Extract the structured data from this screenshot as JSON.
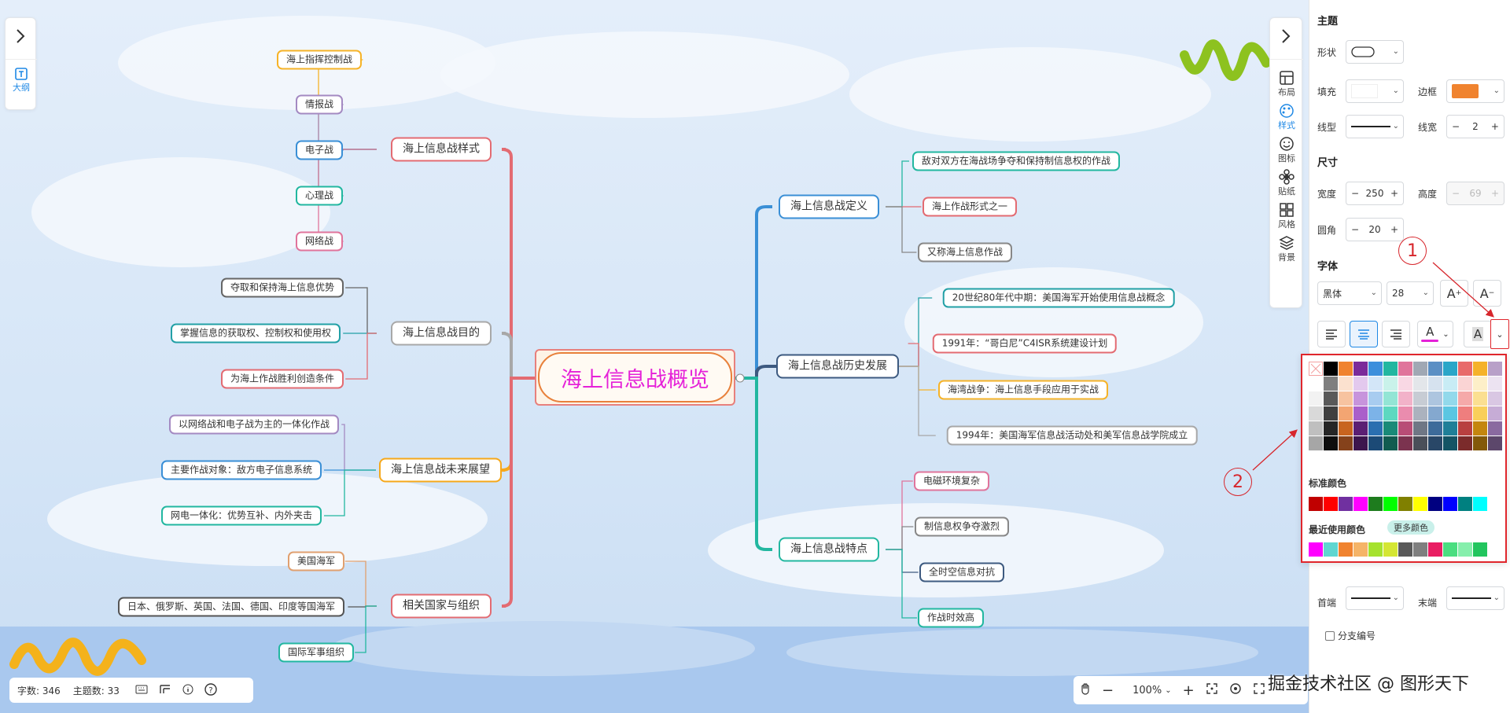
{
  "root": {
    "label": "海上信息战概览"
  },
  "left_branches": [
    {
      "label": "海上信息战样式",
      "children": [
        "海上指挥控制战",
        "情报战",
        "电子战",
        "心理战",
        "网络战"
      ]
    },
    {
      "label": "海上信息战目的",
      "children": [
        "夺取和保持海上信息优势",
        "掌握信息的获取权、控制权和使用权",
        "为海上作战胜利创造条件"
      ]
    },
    {
      "label": "海上信息战未来展望",
      "children": [
        "以网络战和电子战为主的一体化作战",
        "主要作战对象：敌方电子信息系统",
        "网电一体化：优势互补、内外夹击"
      ]
    },
    {
      "label": "相关国家与组织",
      "children": [
        "美国海军",
        "日本、俄罗斯、英国、法国、德国、印度等国海军",
        "国际军事组织"
      ]
    }
  ],
  "right_branches": [
    {
      "label": "海上信息战定义",
      "children": [
        "敌对双方在海战场争夺和保持制信息权的作战",
        "海上作战形式之一",
        "又称海上信息作战"
      ]
    },
    {
      "label": "海上信息战历史发展",
      "children": [
        "20世纪80年代中期：美国海军开始使用信息战概念",
        "1991年：“哥白尼”C4ISR系统建设计划",
        "海湾战争：海上信息手段应用于实战",
        "1994年：美国海军信息战活动处和美军信息战学院成立"
      ]
    },
    {
      "label": "海上信息战特点",
      "children": [
        "电磁环境复杂",
        "制信息权争夺激烈",
        "全时空信息对抗",
        "作战时效高"
      ]
    }
  ],
  "left_tool": {
    "outline_label": "大纲"
  },
  "side_tools": [
    {
      "name": "layout",
      "label": "布局"
    },
    {
      "name": "style",
      "label": "样式"
    },
    {
      "name": "icon",
      "label": "图标"
    },
    {
      "name": "sticker",
      "label": "贴纸"
    },
    {
      "name": "theme",
      "label": "风格"
    },
    {
      "name": "background",
      "label": "背景"
    }
  ],
  "panel": {
    "topic_section": "主题",
    "shape_label": "形状",
    "fill_label": "填充",
    "border_label": "边框",
    "line_type_label": "线型",
    "line_width_label": "线宽",
    "line_width_value": "2",
    "size_section": "尺寸",
    "width_label": "宽度",
    "width_value": "250",
    "height_label": "高度",
    "height_value": "69",
    "radius_label": "圆角",
    "radius_value": "20",
    "font_section": "字体",
    "font_family": "黑体",
    "font_size": "28",
    "grow_font": "A",
    "shrink_font": "A",
    "font_color_glyph": "A",
    "highlight_glyph": "A",
    "head_label": "首端",
    "tail_label": "末端",
    "branch_number_label": "分支编号",
    "border_color": "#f0832f",
    "font_color": "#e521d8"
  },
  "palette": {
    "standard_title": "标准颜色",
    "recent_title": "最近使用颜色",
    "more_colors": "更多颜色",
    "theme_colors": [
      [
        "none",
        "#000000",
        "#f0832f",
        "#7b2a9a",
        "#3c8fdc",
        "#22b7a0",
        "#e0749b",
        "#a0a8b4",
        "#5b8fc4",
        "#2aa6c8",
        "#e86a6a",
        "#f5b22a",
        "#b8a0c8"
      ],
      [
        "#ffffff",
        "#7f7f7f",
        "#fbe1cf",
        "#e3c9ee",
        "#d3e6f8",
        "#c9f2ea",
        "#f9d8e4",
        "#e3e6ea",
        "#d6e2ef",
        "#c8ecf5",
        "#fad4d4",
        "#fdefc8",
        "#ece3f1"
      ],
      [
        "#f2f2f2",
        "#595959",
        "#f7c3a0",
        "#c794dc",
        "#a8ccf0",
        "#93e5d5",
        "#f2b2c9",
        "#c7ccd4",
        "#adc5df",
        "#92d9eb",
        "#f5a9a9",
        "#fbdf91",
        "#d9c7e3"
      ],
      [
        "#d9d9d9",
        "#3f3f3f",
        "#f3a572",
        "#aa5fca",
        "#7cb3e8",
        "#5dd8c0",
        "#ea8cae",
        "#abb2be",
        "#84a8cf",
        "#5bc6e2",
        "#ef7e7e",
        "#f9cf5a",
        "#c6acd6"
      ],
      [
        "#bfbfbf",
        "#262626",
        "#c8641f",
        "#5b1f73",
        "#2a6fb0",
        "#198a78",
        "#b84d76",
        "#6f7785",
        "#3d6b9a",
        "#1f7f98",
        "#b84040",
        "#c4860e",
        "#8a6aa0"
      ],
      [
        "#a6a6a6",
        "#0d0d0d",
        "#85421b",
        "#3c154d",
        "#1c4a76",
        "#115c50",
        "#7b334f",
        "#4a4f59",
        "#294767",
        "#145465",
        "#7b2b2b",
        "#835909",
        "#5c476b"
      ]
    ],
    "standard_colors": [
      "#c00000",
      "#ff0000",
      "#7030a0",
      "#ff00ff",
      "#1e7c1e",
      "#00ff00",
      "#808000",
      "#ffff00",
      "#000080",
      "#0000ff",
      "#008080",
      "#00ffff"
    ],
    "recent_colors": [
      "#ff00ff",
      "#5fd6d0",
      "#f0832f",
      "#f5b468",
      "#a6e22e",
      "#d4e633",
      "#595959",
      "#7f7f7f",
      "#e91e63",
      "#4ade80",
      "#86efac",
      "#22c55e"
    ]
  },
  "annotations": {
    "one": "1",
    "two": "2"
  },
  "status": {
    "word_count": "字数: 346",
    "topic_count": "主题数: 33"
  },
  "zoom": {
    "value": "100%"
  },
  "watermark": "掘金技术社区 @ 图形天下"
}
